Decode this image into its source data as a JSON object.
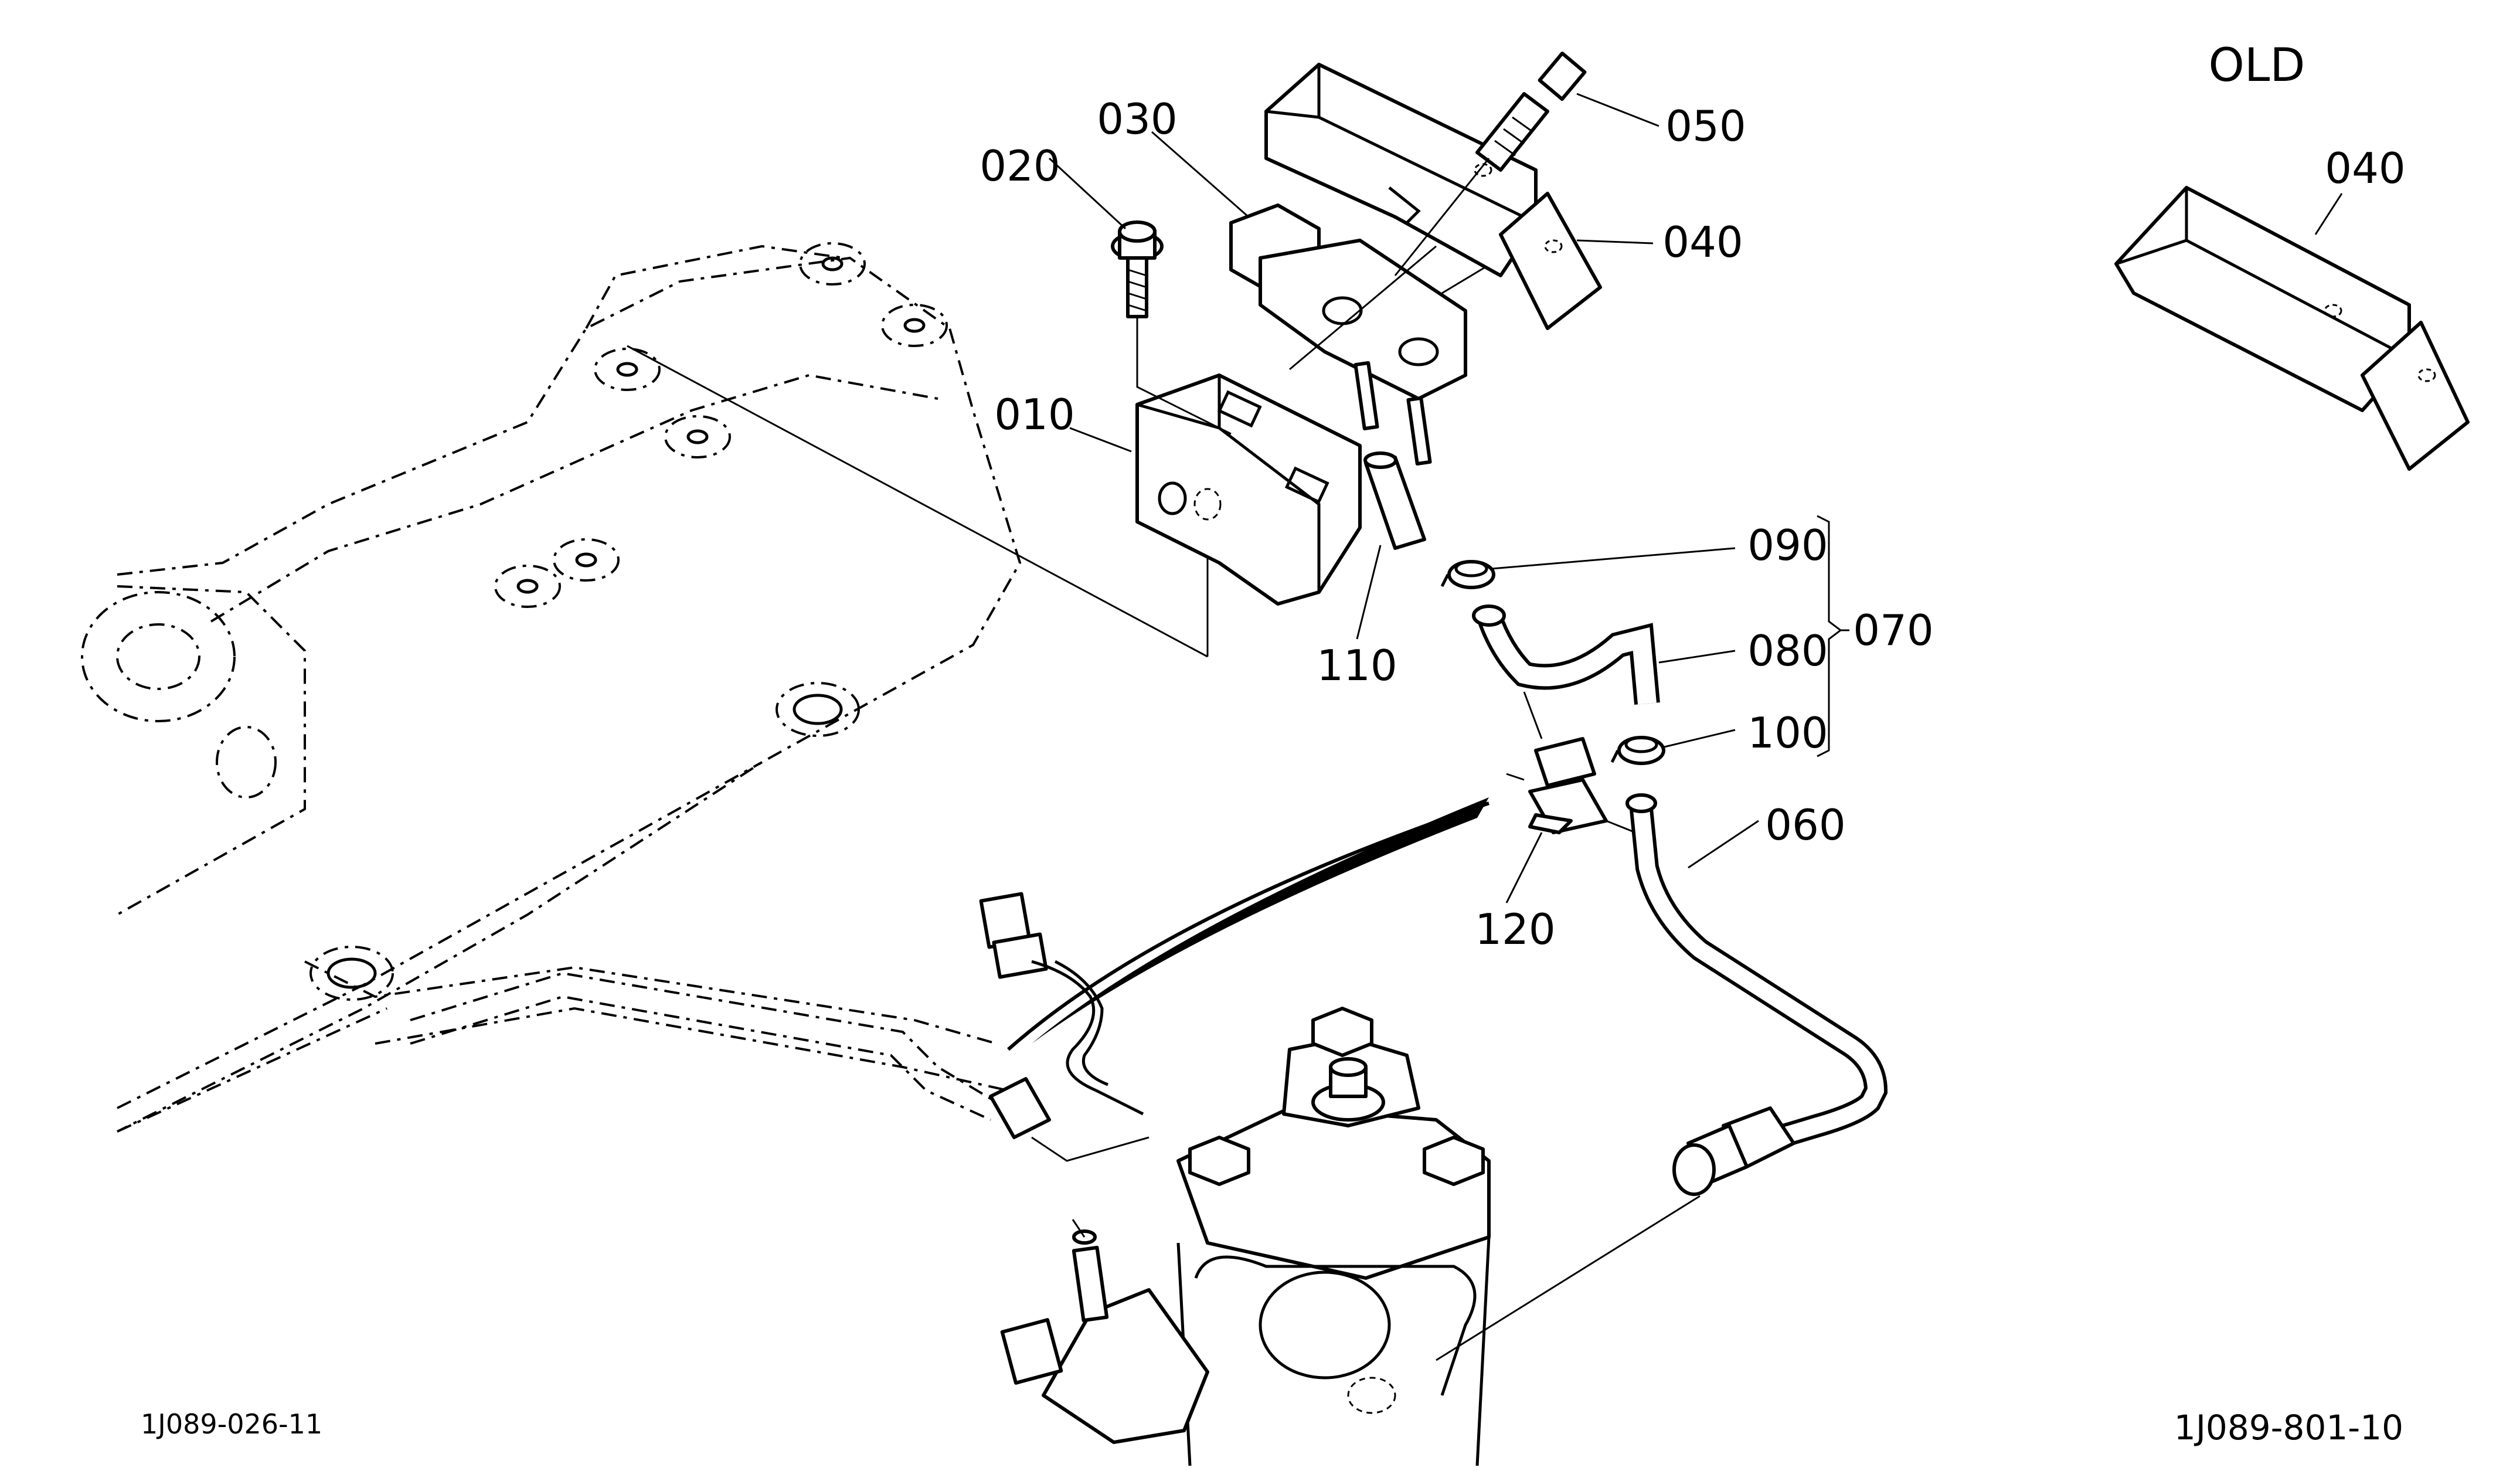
{
  "header": {
    "variant_label": "OLD"
  },
  "callouts": {
    "p010": "010",
    "p020": "020",
    "p030": "030",
    "p040": "040",
    "p040_old": "040",
    "p050": "050",
    "p060": "060",
    "p070": "070",
    "p080": "080",
    "p090": "090",
    "p100": "100",
    "p110": "110",
    "p120": "120"
  },
  "footer": {
    "left_code": "1J089-026-11",
    "right_code": "1J089-801-10"
  }
}
